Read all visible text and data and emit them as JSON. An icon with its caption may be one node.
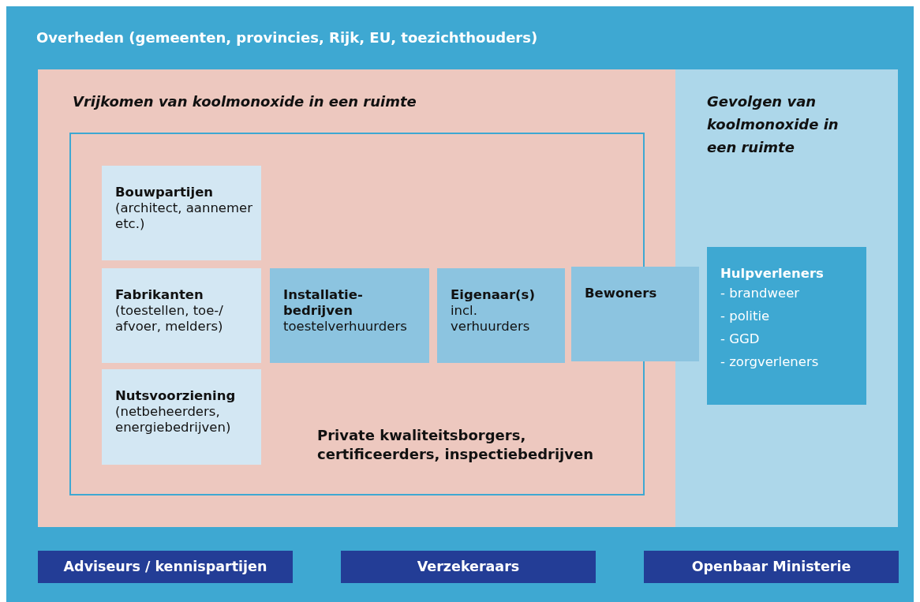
{
  "diagram": {
    "nodes": [
      {
        "text": [
          "Overheden (gemeenten, provincies, Rijk, EU, toezichthouders)"
        ]
      },
      {
        "text": [
          "Vrijkomen van koolmonoxide in een ruimte"
        ],
        "in": 0
      },
      {
        "text": [
          "Gevolgen van koolmonoxide in een ruimte"
        ],
        "in": 0
      },
      {
        "text": [
          "Private kwaliteitsborgers, certificeerders, inspectiebedrijven"
        ],
        "in": 1
      },
      {
        "text": [
          "Bouwpartijen",
          "(architect, aannemer etc.)"
        ],
        "in": 3
      },
      {
        "text": [
          "Fabrikanten",
          "(toestellen, toe-/ afvoer, melders)"
        ],
        "in": 3
      },
      {
        "text": [
          "Installatie- bedrijven",
          "toestelverhuurders"
        ],
        "in": 3
      },
      {
        "text": [
          "Eigenaar(s)",
          "incl. verhuurders"
        ],
        "in": 3
      },
      {
        "text": [
          "Bewoners"
        ],
        "in": 0
      },
      {
        "text": [
          "Nutsvoorziening",
          "(netbeheerders, energiebedrijven)"
        ],
        "in": 3
      },
      {
        "text": [
          "Hulpverleners",
          "- brandweer",
          "- politie",
          "- GGD",
          "- zorgverleners"
        ],
        "in": 2
      },
      {
        "text": [
          "Adviseurs / kennispartijen"
        ],
        "in": 0
      },
      {
        "text": [
          "Verzekeraars"
        ],
        "in": 0
      },
      {
        "text": [
          "Openbaar Ministerie"
        ],
        "in": 0
      }
    ]
  }
}
